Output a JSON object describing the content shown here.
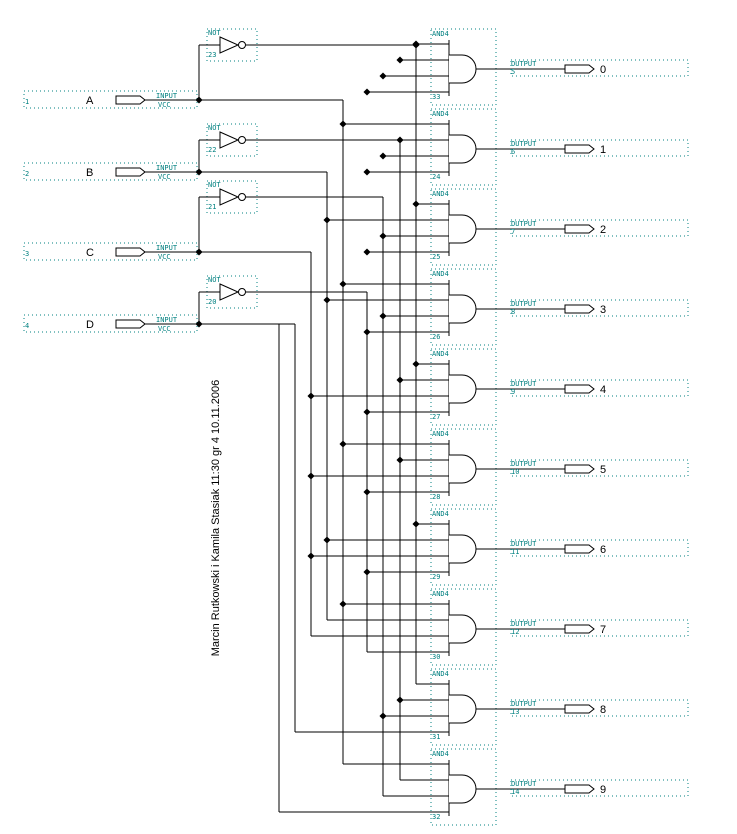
{
  "diagram": {
    "type": "BCD to decimal decoder schematic",
    "inputs": [
      {
        "pin": "1",
        "name": "A",
        "kind": "INPUT",
        "default": "VCC",
        "not_gate": "23"
      },
      {
        "pin": "2",
        "name": "B",
        "kind": "INPUT",
        "default": "VCC",
        "not_gate": "22"
      },
      {
        "pin": "3",
        "name": "C",
        "kind": "INPUT",
        "default": "VCC",
        "not_gate": "21"
      },
      {
        "pin": "4",
        "name": "D",
        "kind": "INPUT",
        "default": "VCC",
        "not_gate": "20"
      }
    ],
    "not_label": "NOT",
    "and_label": "AND4",
    "output_kind": "OUTPUT",
    "gates": [
      {
        "id": "33",
        "out_pin": "5",
        "out_name": "0",
        "terms": [
          "nA",
          "nB",
          "nC",
          "nD"
        ]
      },
      {
        "id": "24",
        "out_pin": "6",
        "out_name": "1",
        "terms": [
          "A",
          "nB",
          "nC",
          "nD"
        ]
      },
      {
        "id": "25",
        "out_pin": "7",
        "out_name": "2",
        "terms": [
          "nA",
          "B",
          "nC",
          "nD"
        ]
      },
      {
        "id": "26",
        "out_pin": "8",
        "out_name": "3",
        "terms": [
          "A",
          "B",
          "nC",
          "nD"
        ]
      },
      {
        "id": "27",
        "out_pin": "9",
        "out_name": "4",
        "terms": [
          "nA",
          "nB",
          "C",
          "nD"
        ]
      },
      {
        "id": "28",
        "out_pin": "10",
        "out_name": "5",
        "terms": [
          "A",
          "nB",
          "C",
          "nD"
        ]
      },
      {
        "id": "29",
        "out_pin": "11",
        "out_name": "6",
        "terms": [
          "nA",
          "B",
          "C",
          "nD"
        ]
      },
      {
        "id": "30",
        "out_pin": "12",
        "out_name": "7",
        "terms": [
          "A",
          "B",
          "C",
          "nD"
        ]
      },
      {
        "id": "31",
        "out_pin": "13",
        "out_name": "8",
        "terms": [
          "nA",
          "nB",
          "nC",
          "D"
        ]
      },
      {
        "id": "32",
        "out_pin": "14",
        "out_name": "9",
        "terms": [
          "A",
          "nB",
          "nC",
          "D"
        ]
      }
    ],
    "author_note": "Marcin Rutkowski i Kamila Stasiak 11:30 gr 4  10.11.2006",
    "colors": {
      "wire": "#000000",
      "annotation": "#008080",
      "background": "#ffffff"
    }
  }
}
